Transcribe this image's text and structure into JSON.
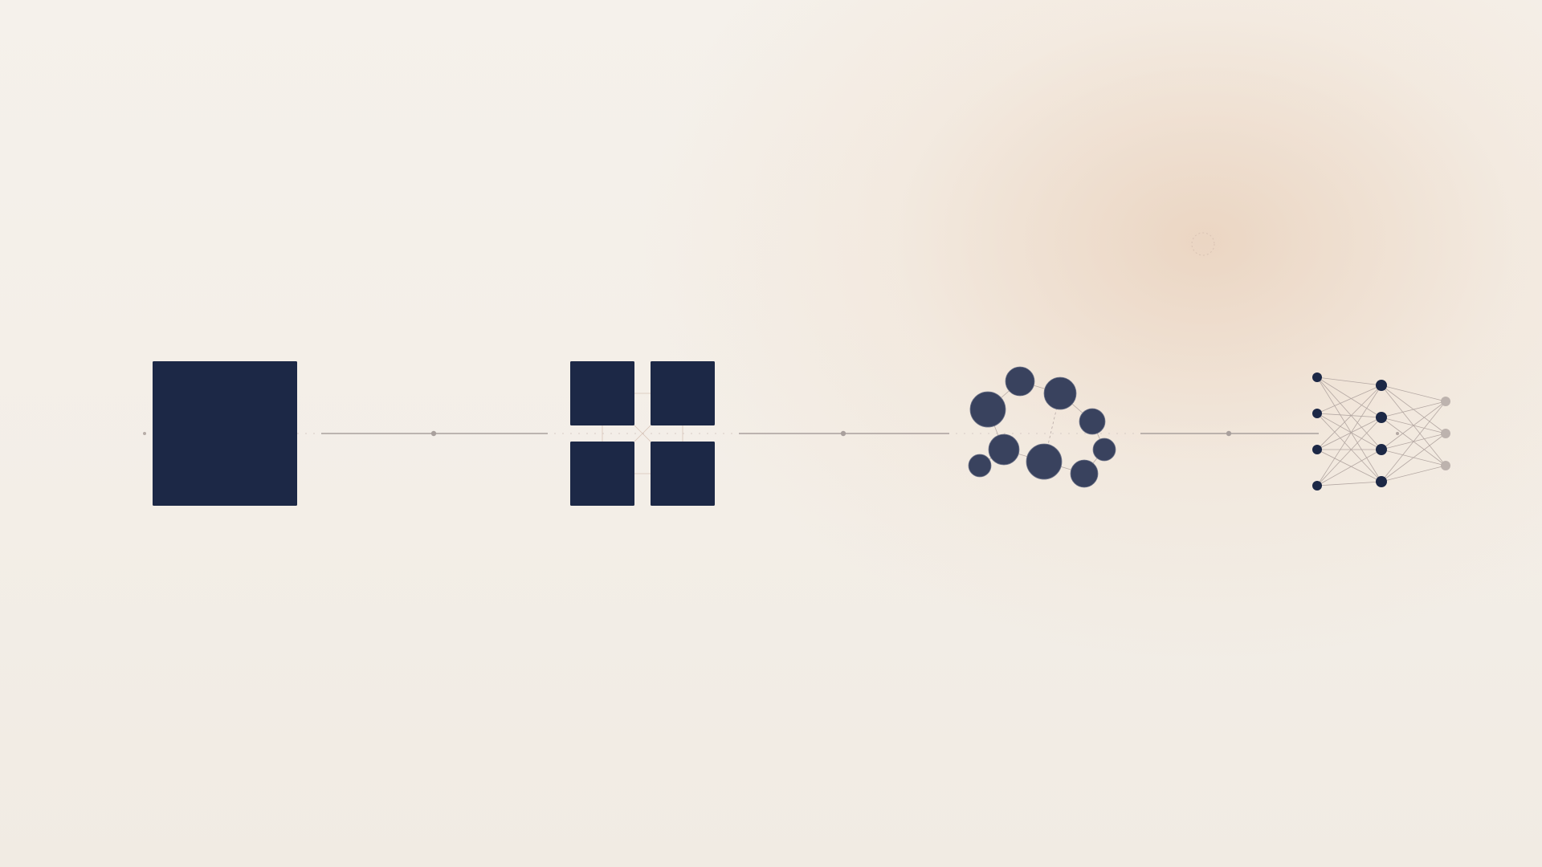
{
  "diagram": {
    "stages": [
      {
        "id": "monolith",
        "icon": "single-block-icon"
      },
      {
        "id": "modules",
        "icon": "four-blocks-icon"
      },
      {
        "id": "clusters",
        "icon": "node-cloud-icon"
      },
      {
        "id": "network",
        "icon": "neural-network-icon"
      }
    ],
    "network_layers": [
      4,
      4,
      3
    ]
  },
  "colors": {
    "background": "#f4efe8",
    "glow": "#ebd6c4",
    "block": "#1c2846",
    "node": "#39425e",
    "connector": "#a9a09d",
    "output_node": "#bdb3ae"
  }
}
